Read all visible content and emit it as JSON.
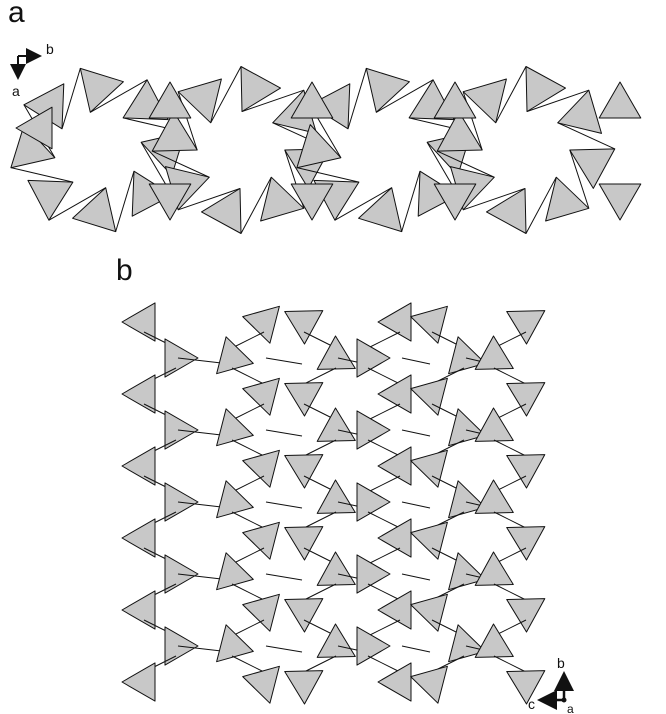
{
  "panels": [
    {
      "label": "a",
      "axes": {
        "horizontal": "b",
        "vertical": "a"
      }
    },
    {
      "label": "b",
      "axes": {
        "horizontal": "c",
        "vertical": "b",
        "out_of_plane": "a"
      }
    }
  ],
  "colors": {
    "polyhedron_fill": "#c8c8c8",
    "edge": "#111111",
    "background": "#ffffff"
  }
}
